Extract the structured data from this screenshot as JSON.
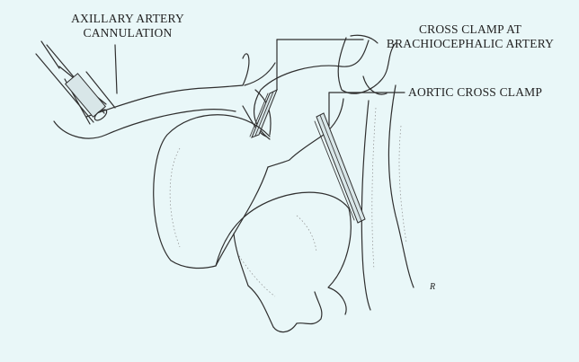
{
  "labels": {
    "axillary_line1": "AXILLARY ARTERY",
    "axillary_line2": "CANNULATION",
    "brachio_line1": "CROSS CLAMP AT",
    "brachio_line2": "BRACHIOCEPHALIC ARTERY",
    "aortic": "AORTIC CROSS CLAMP"
  },
  "signature": "R",
  "colors": {
    "background": "#e9f7f8",
    "ink": "#2f2f2f"
  }
}
